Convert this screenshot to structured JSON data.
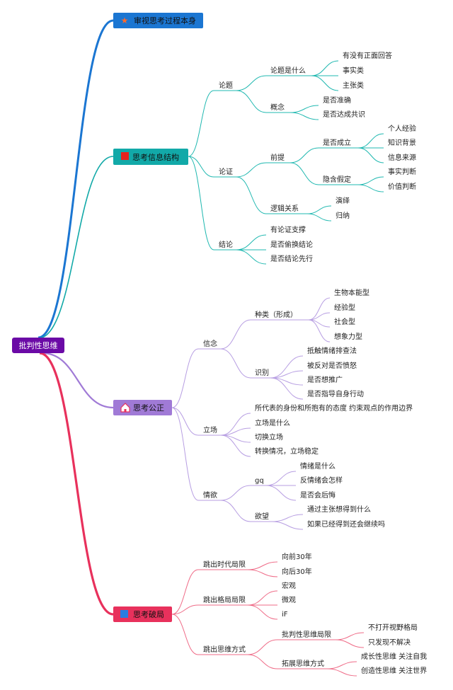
{
  "root": {
    "label": "批判性思维",
    "color": "#6b0aa6"
  },
  "branches": [
    {
      "label": "审视思考过程本身",
      "color": "#1b76d2",
      "icon": "star-icon"
    },
    {
      "label": "思考信息结构",
      "color": "#12a9a8",
      "icon": "red-square-icon"
    },
    {
      "label": "思考公正",
      "color": "#a07ad6",
      "icon": "house-icon"
    },
    {
      "label": "思考破局",
      "color": "#e8315c",
      "icon": "blue-square-icon"
    }
  ],
  "info": {
    "thesis": {
      "label": "论题",
      "q": {
        "label": "论题是什么",
        "items": [
          "有没有正面回答",
          "事实类",
          "主张类"
        ]
      },
      "concept": {
        "label": "概念",
        "items": [
          "是否准确",
          "是否达成共识"
        ]
      }
    },
    "argument": {
      "label": "论证",
      "premise": {
        "label": "前提",
        "valid": {
          "label": "是否成立",
          "items": [
            "个人经验",
            "知识背景",
            "信息来源"
          ]
        },
        "hidden": {
          "label": "隐含假定",
          "items": [
            "事实判断",
            "价值判断"
          ]
        }
      },
      "logic": {
        "label": "逻辑关系",
        "items": [
          "演绎",
          "归纳"
        ]
      }
    },
    "conclusion": {
      "label": "结论",
      "items": [
        "有论证支撑",
        "是否偷换结论",
        "是否结论先行"
      ]
    }
  },
  "fair": {
    "belief": {
      "label": "信念",
      "types": {
        "label": "种类（形成）",
        "items": [
          "生物本能型",
          "经验型",
          "社会型",
          "想象力型"
        ]
      },
      "identify": {
        "label": "识别",
        "items": [
          "抵触情绪排查法",
          "被反对是否愤怒",
          "是否想推广",
          "是否指导自身行动"
        ]
      }
    },
    "stance": {
      "label": "立场",
      "items": [
        "所代表的身份和所抱有的态度 约束观点的作用边界",
        "立场是什么",
        "切换立场",
        "转换情况，立场稳定"
      ]
    },
    "emotion": {
      "label": "情欲",
      "qing": {
        "label": "gq",
        "items": [
          "情绪是什么",
          "反情绪会怎样",
          "是否会后悔"
        ]
      },
      "desire": {
        "label": "欲望",
        "items": [
          "通过主张想得到什么",
          "如果已经得到还会继续吗"
        ]
      }
    }
  },
  "breakout": {
    "era": {
      "label": "跳出时代局限",
      "items": [
        "向前30年",
        "向后30年"
      ]
    },
    "pattern": {
      "label": "跳出格局局限",
      "items": [
        "宏观",
        "微观",
        "iF"
      ]
    },
    "mode": {
      "label": "跳出思维方式",
      "critical": {
        "label": "批判性思维局限",
        "items": [
          "不打开视野格局",
          "只发现不解决"
        ]
      },
      "expand": {
        "label": "拓展思维方式",
        "items": [
          "成长性思维 关注自我",
          "创造性思维 关注世界"
        ]
      }
    }
  }
}
